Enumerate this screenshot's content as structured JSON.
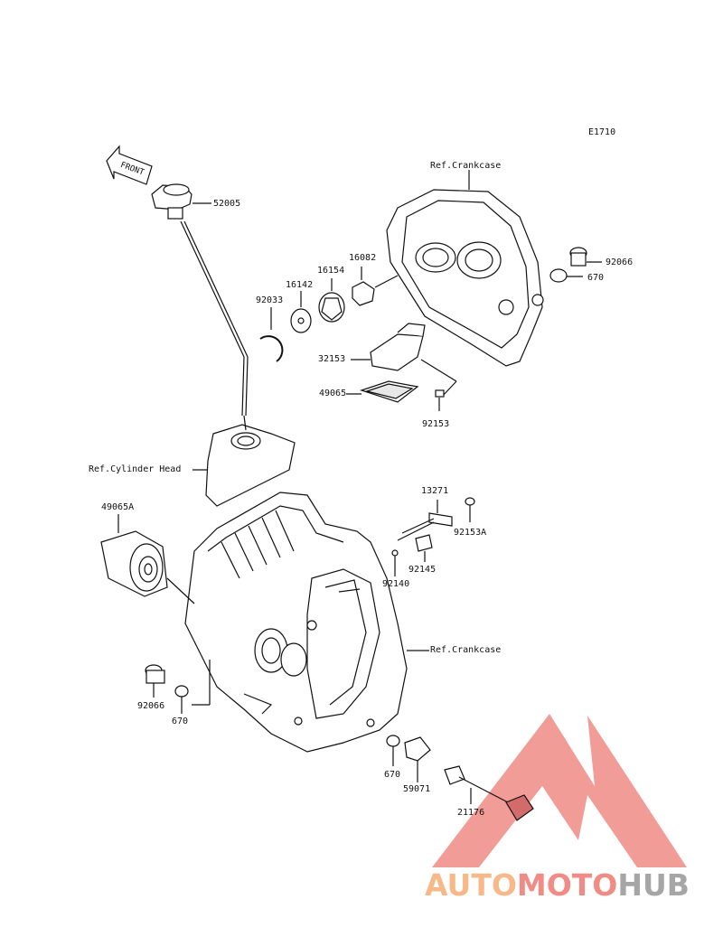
{
  "diagram_code": "E1710",
  "front_arrow_text": "FRONT",
  "watermark": {
    "part1": "AUTO",
    "part2": "MOTO",
    "part3": "HUB"
  },
  "colors": {
    "line": "#111111",
    "watermark_logo": "#f08b85",
    "watermark_auto": "#f7b98a",
    "watermark_hub": "#a6a6a6"
  },
  "labels": {
    "ref_crankcase_top": "Ref.Crankcase",
    "p92066_top": "92066",
    "p670_top": "670",
    "p52005": "52005",
    "p16082": "16082",
    "p16154": "16154",
    "p16142": "16142",
    "p92033": "92033",
    "p32153": "32153",
    "p49065": "49065",
    "p92153": "92153",
    "ref_cylinder_head": "Ref.Cylinder Head",
    "p49065A": "49065A",
    "p13271": "13271",
    "p92153A": "92153A",
    "p92145": "92145",
    "p92140": "92140",
    "ref_crankcase_mid": "Ref.Crankcase",
    "p92066_bottom": "92066",
    "p670_bottom": "670",
    "p670_lower": "670",
    "p59071": "59071",
    "p21176": "21176"
  }
}
